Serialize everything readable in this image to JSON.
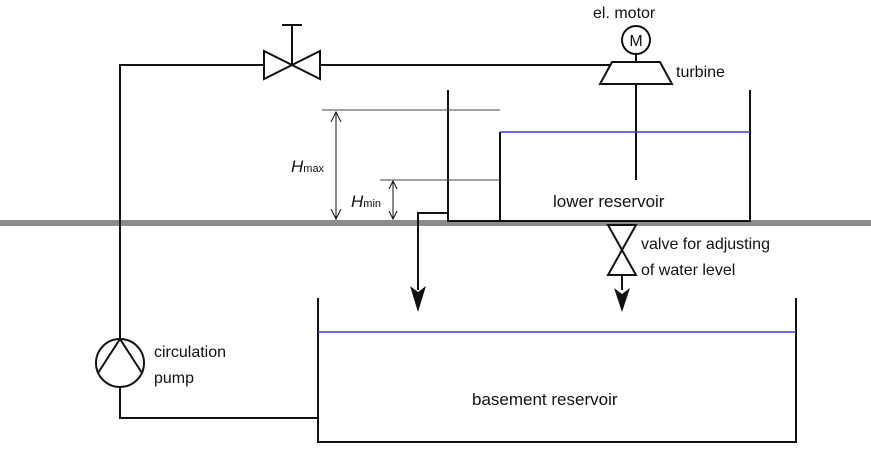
{
  "labels": {
    "el_motor": "el. motor",
    "motor_symbol": "M",
    "turbine": "turbine",
    "lower_reservoir": "lower reservoir",
    "valve_adjust_line1": "valve for adjusting",
    "valve_adjust_line2": "of water level",
    "circulation_line1": "circulation",
    "circulation_line2": "pump",
    "basement_reservoir": "basement reservoir",
    "hmax_symbol": "H",
    "hmax_sub": "max",
    "hmin_symbol": "H",
    "hmin_sub": "min"
  },
  "colors": {
    "ground": "#8c8c8c",
    "water": "#3b3bd6",
    "line": "#111111"
  }
}
